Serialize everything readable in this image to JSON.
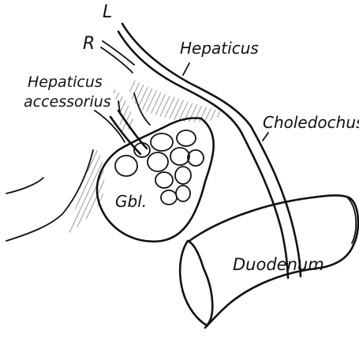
{
  "labels": {
    "left": "L",
    "right": "R",
    "hepaticus": "Hepaticus",
    "hepaticus_accessorius_line1": "Hepaticus",
    "hepaticus_accessorius_line2": "accessorius",
    "choledochus": "Choledochus",
    "gallbladder": "Gbl.",
    "duodenum": "Duodenum"
  },
  "colors": {
    "ink": "#111111",
    "background": "#ffffff"
  }
}
